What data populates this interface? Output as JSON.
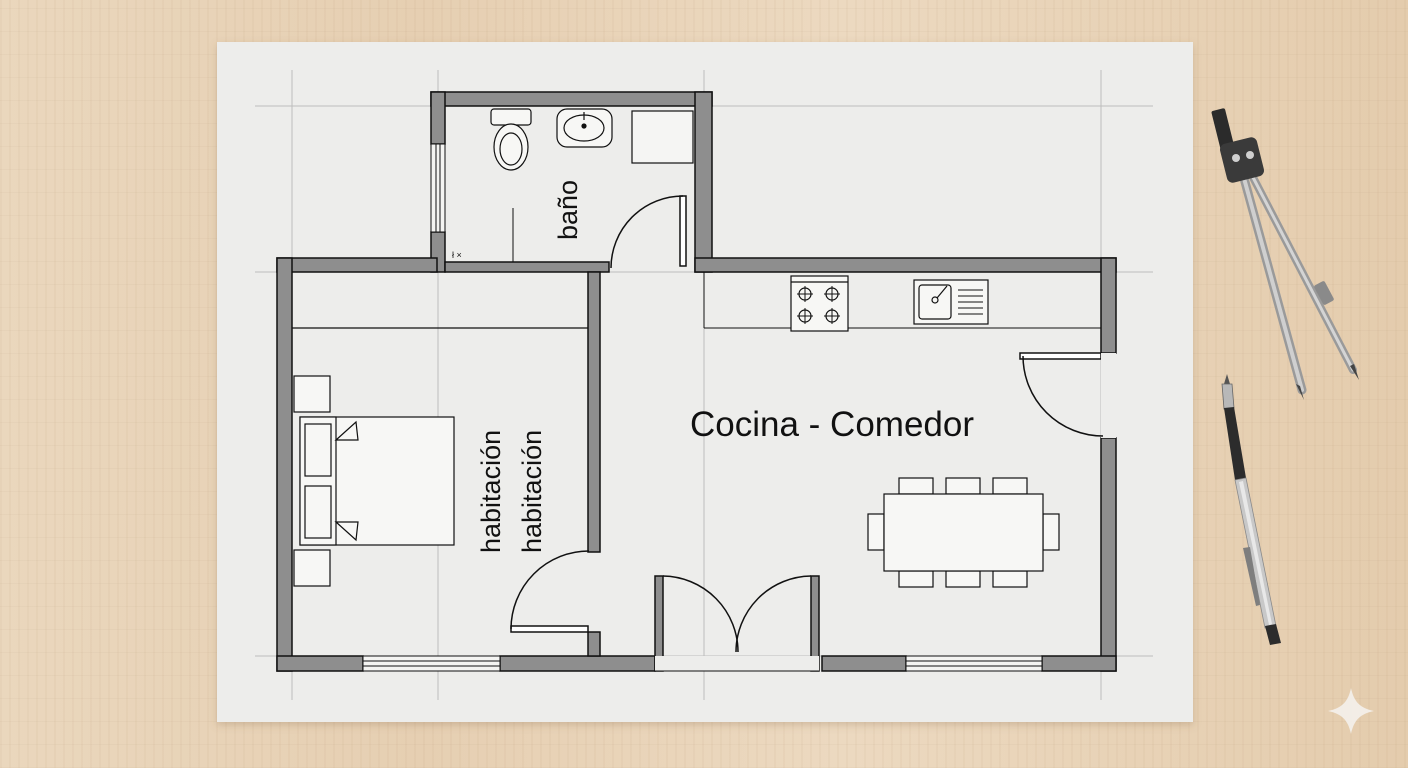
{
  "labels": {
    "bathroom": "baño",
    "bedroom_1": "habitación",
    "bedroom_2": "habitación",
    "kitchen_dining": "Cocina - Comedor",
    "wall_mark": "ł ×"
  },
  "colors": {
    "paper": "#ededeb",
    "wall_fill": "#8e8e8e",
    "line": "#111111",
    "desk": "#e8d4b9"
  },
  "icons": [
    "compass-icon",
    "pencil-icon",
    "sparkle-icon"
  ]
}
